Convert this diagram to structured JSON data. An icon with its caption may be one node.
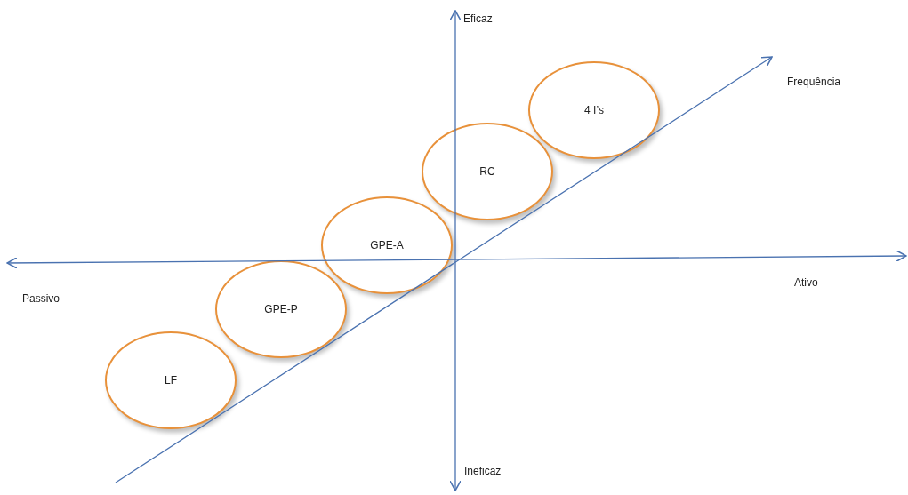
{
  "diagram": {
    "nodes": [
      {
        "text": [
          "LF"
        ]
      },
      {
        "text": [
          "GPE-P"
        ]
      },
      {
        "text": [
          "GPE-A"
        ]
      },
      {
        "text": [
          "RC"
        ]
      },
      {
        "text": [
          "4 I’s"
        ]
      }
    ],
    "labels": [
      "Eficaz",
      "Frequência",
      "Passivo",
      "Ativo",
      "Ineficaz"
    ]
  }
}
